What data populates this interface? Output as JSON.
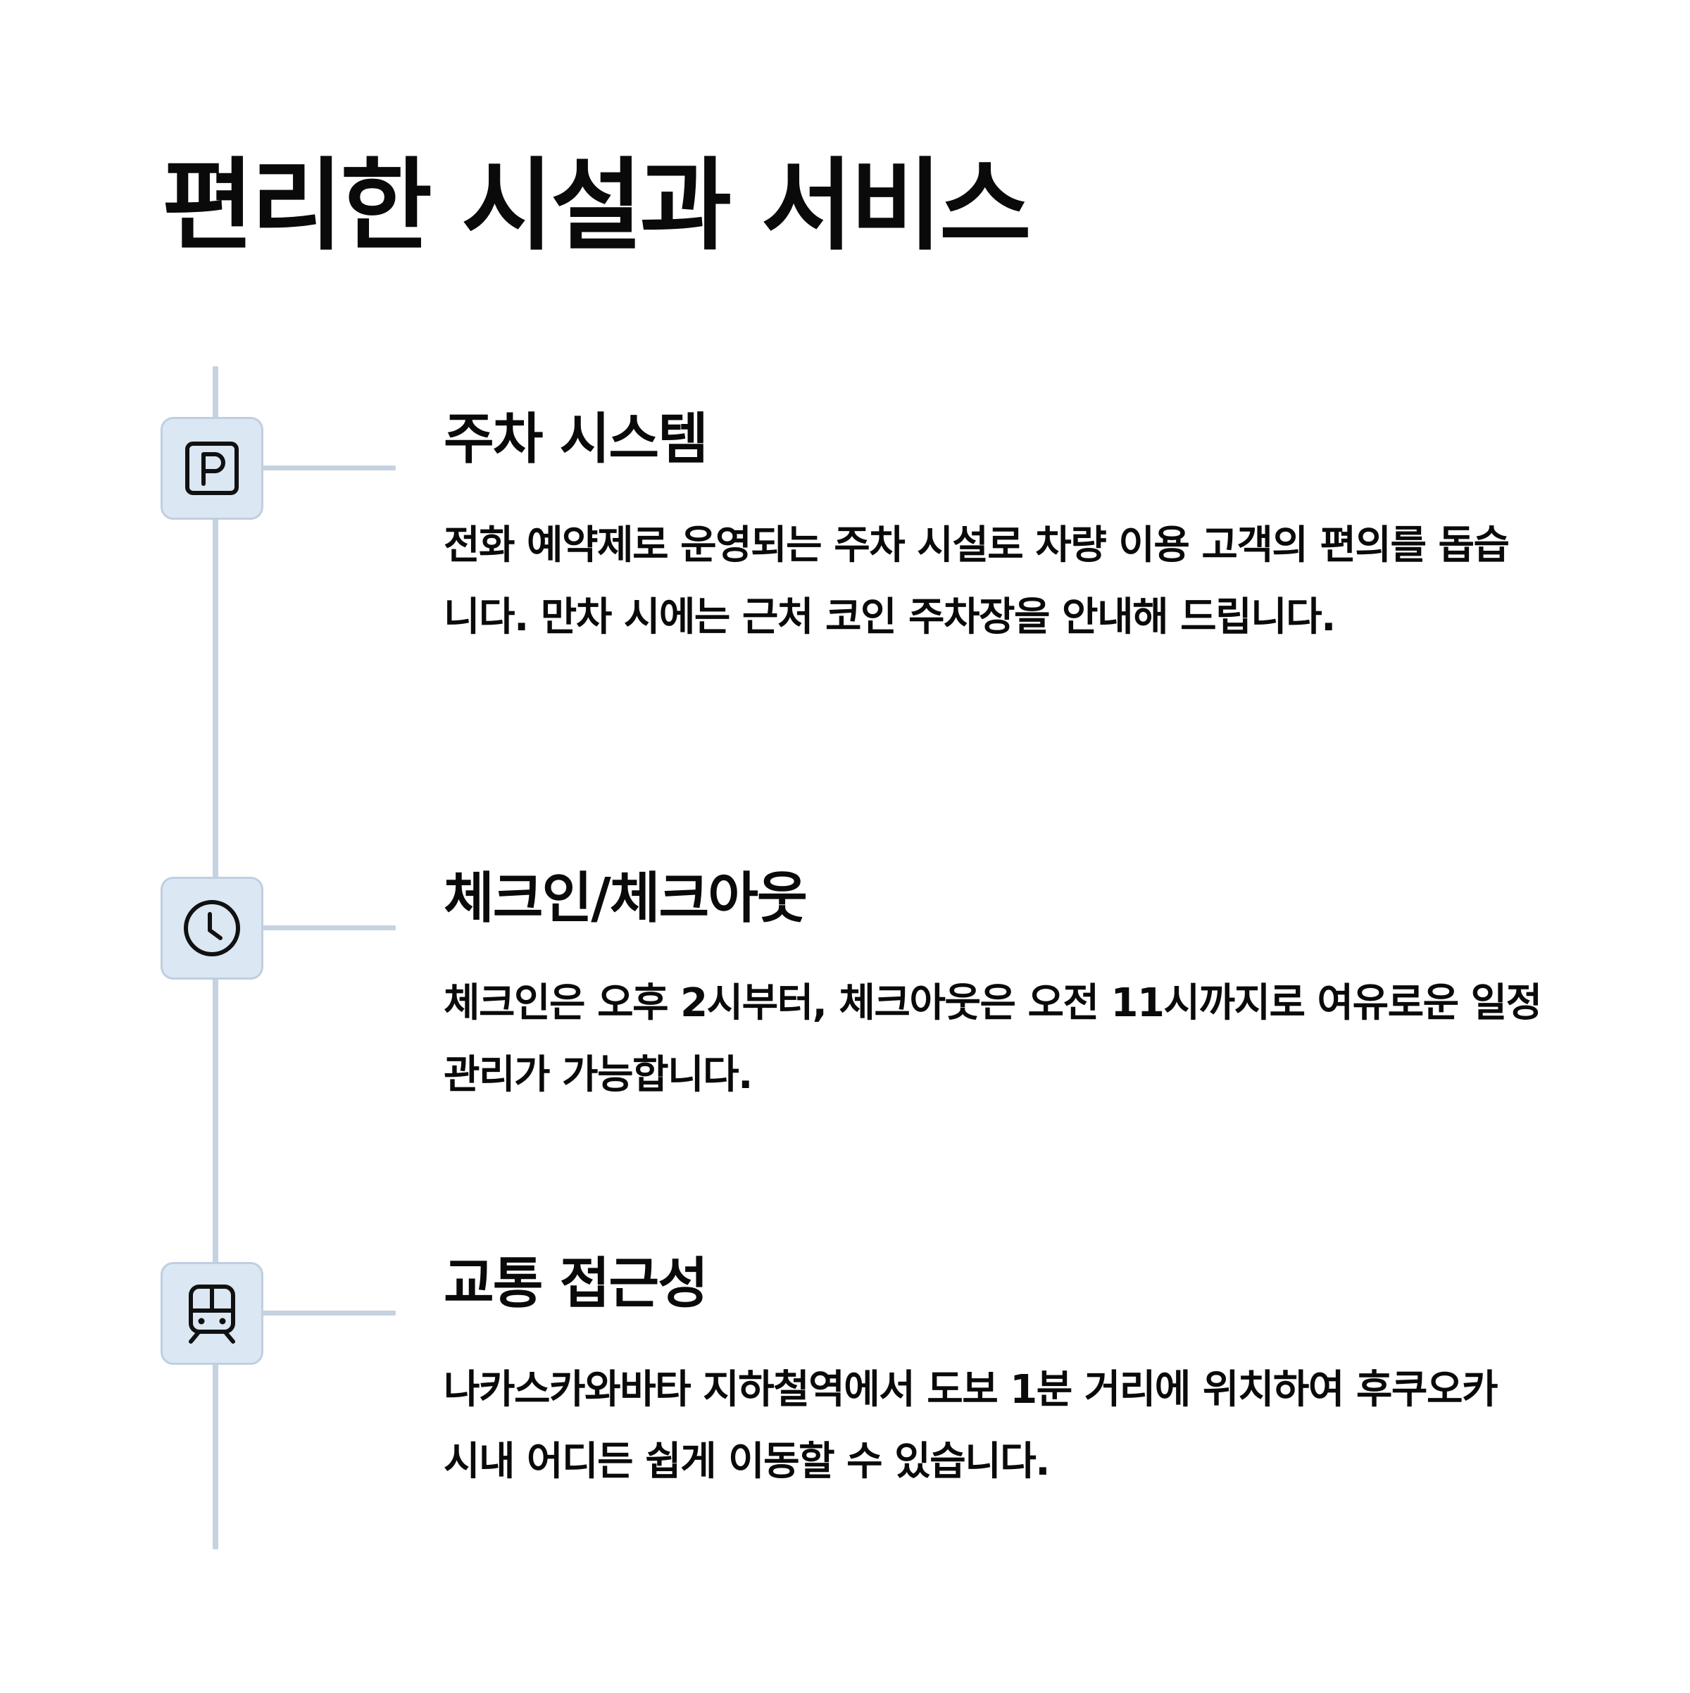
{
  "page": {
    "title": "편리한 시설과 서비스"
  },
  "colors": {
    "timeline_line": "#c5d2e0",
    "icon_background": "#dbe7f3",
    "icon_border": "#bfcfe0",
    "text": "#0a0a0a"
  },
  "items": [
    {
      "icon": "parking-icon",
      "title": "주차 시스템",
      "description": "전화 예약제로 운영되는 주차 시설로 차량 이용 고객의 편의를 돕습니다. 만차 시에는 근처 코인 주차장을 안내해 드립니다."
    },
    {
      "icon": "clock-icon",
      "title": "체크인/체크아웃",
      "description": "체크인은 오후 2시부터, 체크아웃은 오전 11시까지로 여유로운 일정 관리가 가능합니다."
    },
    {
      "icon": "train-icon",
      "title": "교통 접근성",
      "description": "나카스카와바타 지하철역에서 도보 1분 거리에 위치하여 후쿠오카 시내 어디든 쉽게 이동할 수 있습니다."
    }
  ]
}
